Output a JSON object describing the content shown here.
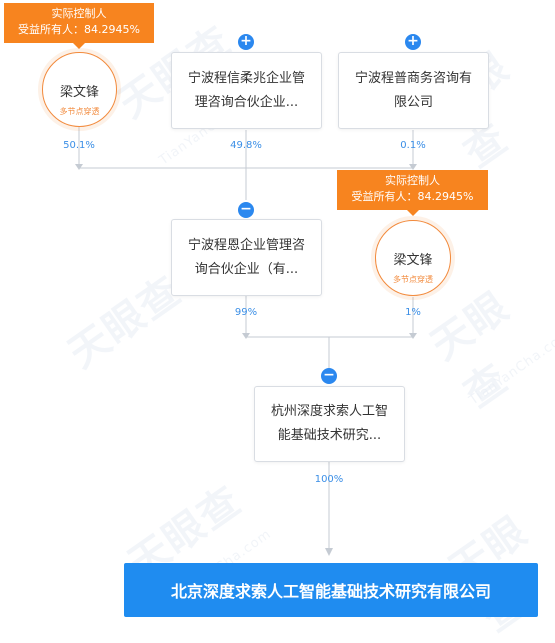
{
  "nodes": {
    "controller1": {
      "badge_line1": "实际控制人",
      "badge_line2": "受益所有人：84.2945%",
      "name": "梁文锋",
      "tag": "多节点穿透"
    },
    "xinrouzhao": {
      "line1": "宁波程信柔兆企业管",
      "line2": "理咨询合伙企业..."
    },
    "chengpu": {
      "line1": "宁波程普商务咨询有",
      "line2": "限公司"
    },
    "chengen": {
      "line1": "宁波程恩企业管理咨",
      "line2": "询合伙企业（有..."
    },
    "controller2": {
      "badge_line1": "实际控制人",
      "badge_line2": "受益所有人：84.2945%",
      "name": "梁文锋",
      "tag": "多节点穿透"
    },
    "hangzhou": {
      "line1": "杭州深度求索人工智",
      "line2": "能基础技术研究..."
    },
    "target": {
      "name": "北京深度求索人工智能基础技术研究有限公司"
    }
  },
  "percentages": {
    "p_controller1": "50.1%",
    "p_xinrouzhao": "49.8%",
    "p_chengpu": "0.1%",
    "p_chengen": "99%",
    "p_controller2": "1%",
    "p_hangzhou": "100%"
  },
  "buttons": {
    "expand": "+",
    "collapse": "−"
  },
  "watermark": {
    "brand": "天眼查",
    "sub": "TianYanCha.com"
  },
  "colors": {
    "accent": "#1f8cf0",
    "controller": "#f7841f",
    "pct": "#3a8ee6",
    "line": "#c5cbd3"
  }
}
